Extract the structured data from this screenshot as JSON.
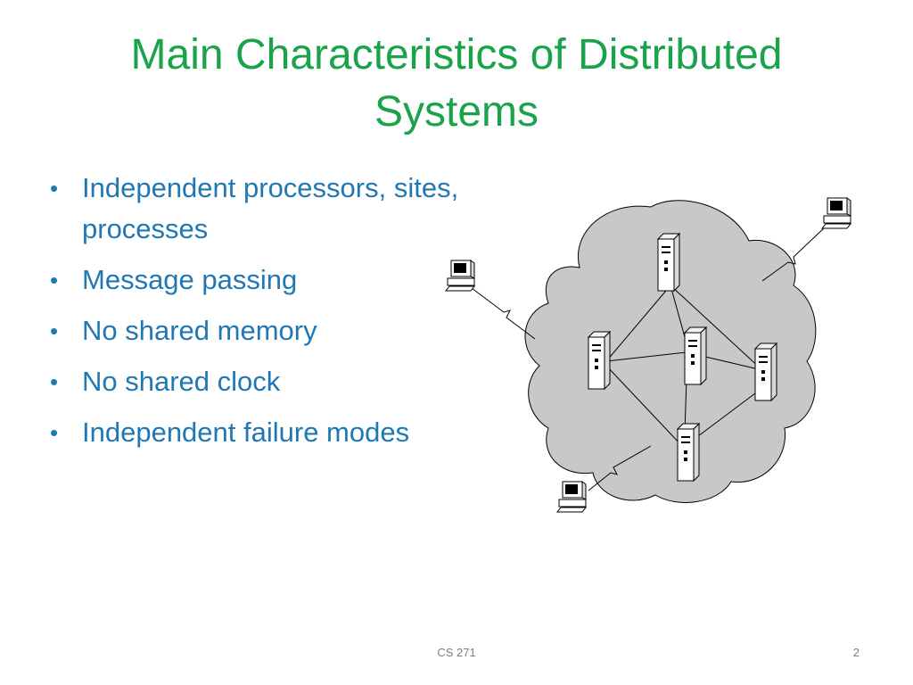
{
  "slide": {
    "title": "Main Characteristics of Distributed Systems",
    "bullets": [
      "Independent processors, sites, processes",
      "Message passing",
      "No shared memory",
      "No shared clock",
      "Independent failure modes"
    ],
    "footer_center": "CS 271",
    "page_number": "2"
  },
  "icons": {
    "bullet": "bullet-dot",
    "network_cloud": "network-cloud-icon",
    "server": "server-tower-icon",
    "workstation": "workstation-computer-icon"
  },
  "colors": {
    "title": "#1aa34a",
    "bullet_text": "#1f78b4",
    "cloud_fill": "#c8c8c8",
    "footer_text": "#7f7f7f"
  }
}
